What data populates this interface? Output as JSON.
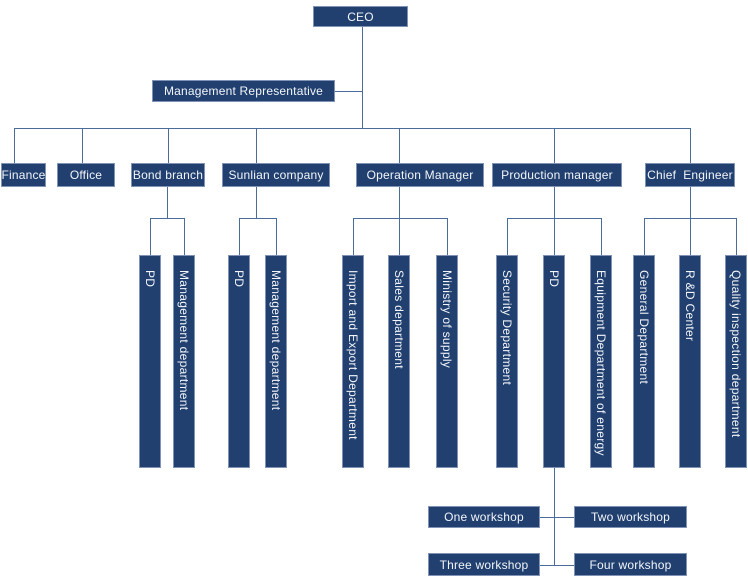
{
  "colors": {
    "node_fill": "#21406f",
    "node_border": "#8093b5",
    "connector": "#4a6c9b",
    "node_text": "#f2f5fa",
    "background": "#ffffff"
  },
  "org": {
    "ceo": "CEO",
    "management_representative": "Management Representative",
    "level1": [
      "Finance",
      "Office",
      "Bond branch",
      "Sunlian company",
      "Operation Manager",
      "Production manager",
      "Chief  Engineer"
    ],
    "bond_branch_children": [
      "PD",
      "Management department"
    ],
    "sunlian_children": [
      "PD",
      "Management department"
    ],
    "operation_children": [
      "Import and Export Department",
      "Sales department",
      "Ministry of supply"
    ],
    "production_children": [
      "Security Department",
      "PD",
      "Equipment Department of energy"
    ],
    "chief_engineer_children": [
      "General Department",
      "R &D Center",
      "Quality inspection department"
    ],
    "workshops": [
      "One workshop",
      "Two workshop",
      "Three workshop",
      "Four workshop"
    ]
  }
}
